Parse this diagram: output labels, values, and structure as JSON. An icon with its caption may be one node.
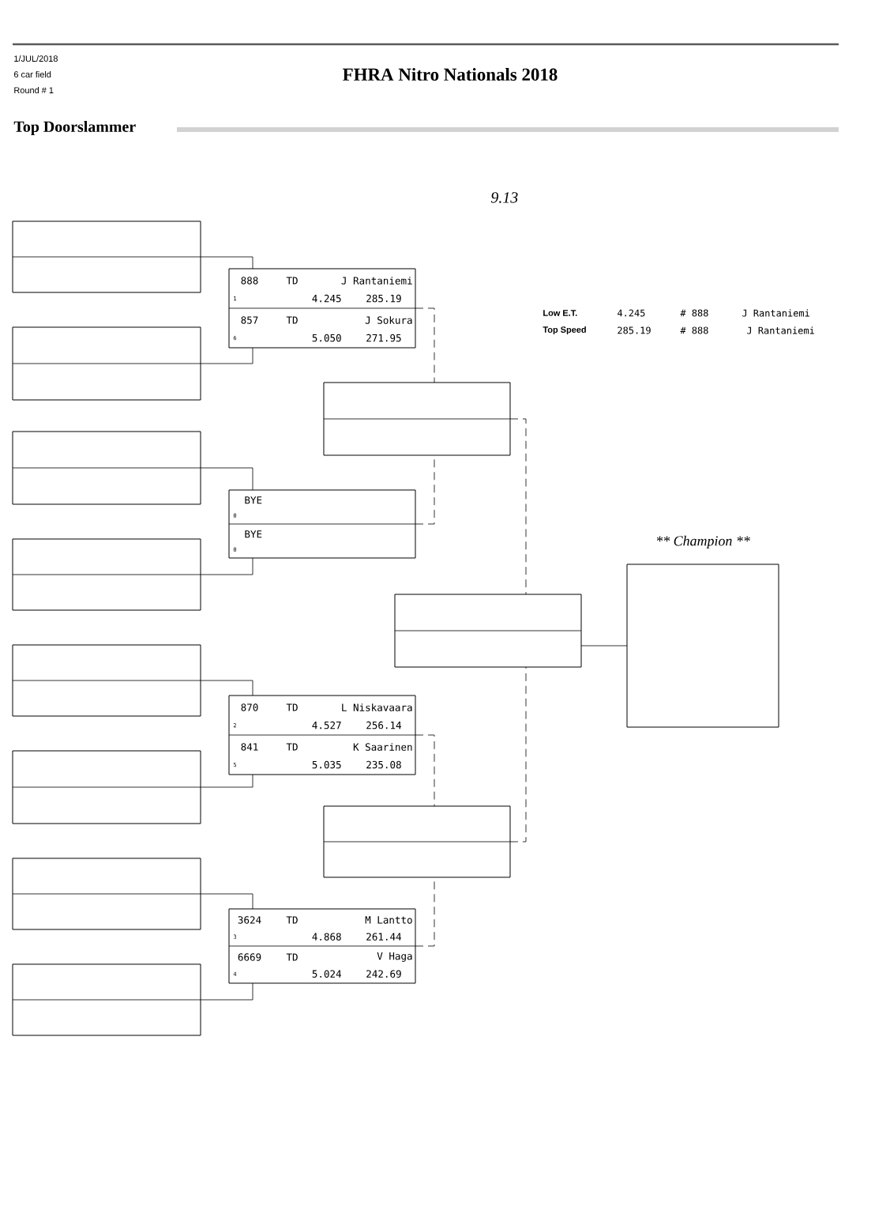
{
  "diagram": {
    "title": "FHRA Nitro Nationals 2018",
    "nodes": [
      {
        "text": [],
        "shape": "box"
      },
      {
        "text": [],
        "shape": "box"
      },
      {
        "text": [],
        "shape": "box"
      },
      {
        "text": [],
        "shape": "box"
      },
      {
        "text": [],
        "shape": "box"
      },
      {
        "text": [],
        "shape": "box"
      },
      {
        "text": [],
        "shape": "box"
      },
      {
        "text": [],
        "shape": "box"
      },
      {
        "text": [
          "888",
          "TD",
          "J Rantaniemi",
          "1",
          "4.245",
          "285.19",
          "857",
          "TD",
          "J Sokura",
          "6",
          "5.050",
          "271.95"
        ]
      },
      {
        "text": [
          "BYE",
          "0",
          "BYE",
          "0"
        ]
      },
      {
        "text": [
          "870",
          "TD",
          "L Niskavaara",
          "2",
          "4.527",
          "256.14",
          "841",
          "TD",
          "K Saarinen",
          "5",
          "5.035",
          "235.08"
        ]
      },
      {
        "text": [
          "3624",
          "TD",
          "M Lantto",
          "3",
          "4.868",
          "261.44",
          "6669",
          "TD",
          "V Haga",
          "4",
          "5.024",
          "242.69"
        ]
      },
      {
        "text": [],
        "shape": "box"
      },
      {
        "text": [],
        "shape": "box"
      },
      {
        "text": [],
        "shape": "box"
      },
      {
        "text": [
          "** Champion **"
        ]
      }
    ],
    "edges": [
      {
        "from": 0,
        "to": 8,
        "arrow": "none"
      },
      {
        "from": 1,
        "to": 8,
        "arrow": "none"
      },
      {
        "from": 2,
        "to": 9,
        "arrow": "none"
      },
      {
        "from": 3,
        "to": 9,
        "arrow": "none"
      },
      {
        "from": 4,
        "to": 10,
        "arrow": "none"
      },
      {
        "from": 5,
        "to": 10,
        "arrow": "none"
      },
      {
        "from": 6,
        "to": 11,
        "arrow": "none"
      },
      {
        "from": 7,
        "to": 11,
        "arrow": "none"
      },
      {
        "from": 8,
        "to": 12,
        "arrow": "none",
        "style": "dashed"
      },
      {
        "from": 9,
        "to": 12,
        "arrow": "none",
        "style": "dashed"
      },
      {
        "from": 10,
        "to": 13,
        "arrow": "none",
        "style": "dashed"
      },
      {
        "from": 11,
        "to": 13,
        "arrow": "none",
        "style": "dashed"
      },
      {
        "from": 12,
        "to": 14,
        "arrow": "none",
        "style": "dashed"
      },
      {
        "from": 13,
        "to": 14,
        "arrow": "none",
        "style": "dashed"
      },
      {
        "from": 14,
        "to": 15,
        "arrow": "none"
      }
    ],
    "labels": [
      "1/JUL/2018",
      "6 car field",
      "Round # 1",
      "Top Doorslammer",
      "9.13",
      "Low E.T.",
      "4.245",
      "# 888",
      "J Rantaniemi",
      "Top Speed",
      "285.19",
      "# 888",
      "J Rantaniemi"
    ]
  }
}
